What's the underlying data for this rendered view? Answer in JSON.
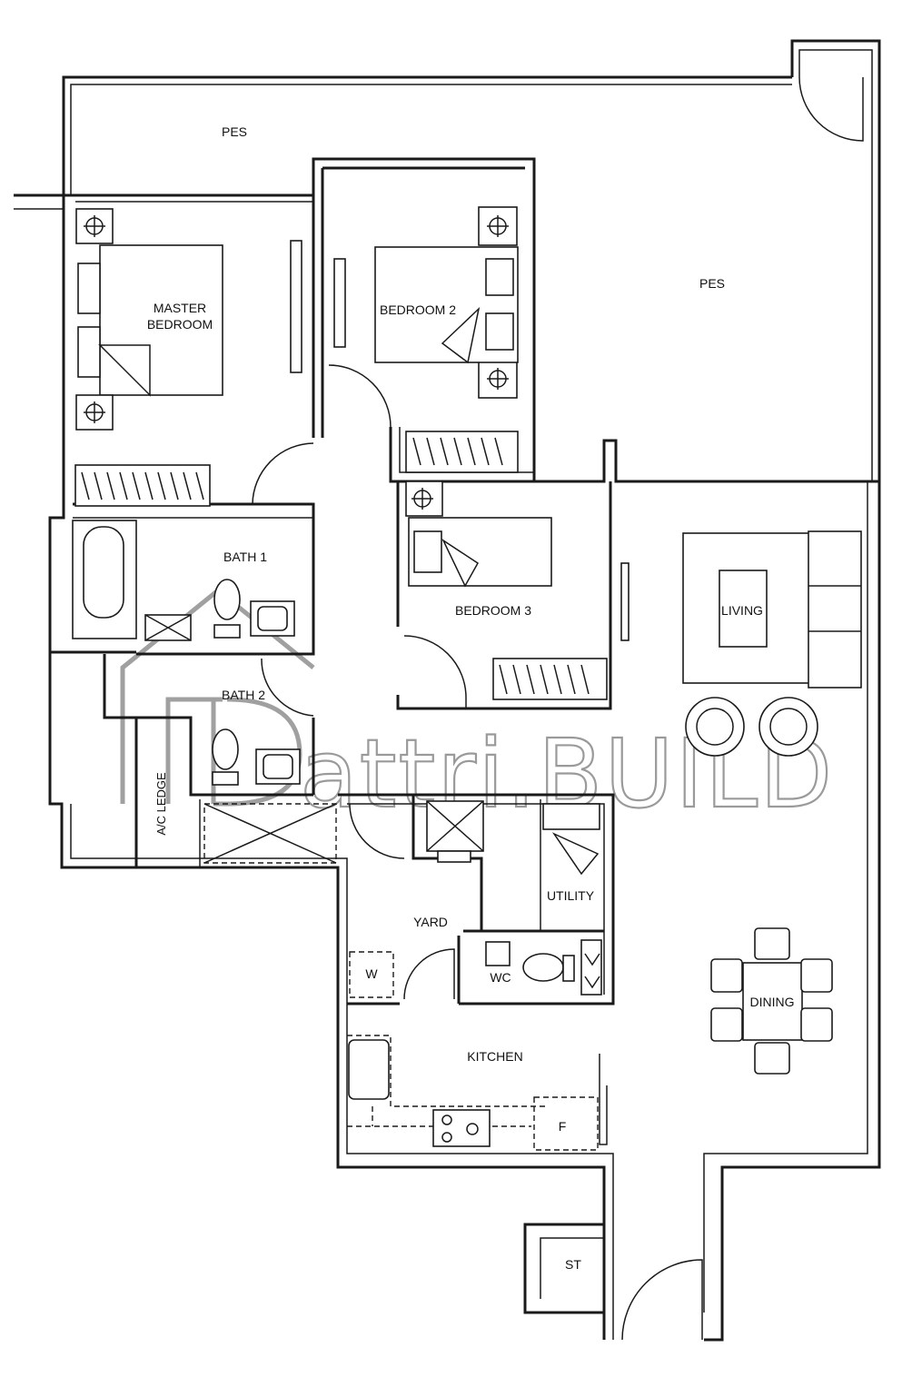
{
  "rooms": {
    "pes_top": "PES",
    "pes_right": "PES",
    "master_bedroom_line1": "MASTER",
    "master_bedroom_line2": "BEDROOM",
    "bedroom2": "BEDROOM 2",
    "bedroom3": "BEDROOM 3",
    "bath1": "BATH 1",
    "bath2": "BATH 2",
    "living": "LIVING",
    "dining": "DINING",
    "ac_ledge": "A/C LEDGE",
    "yard": "YARD",
    "utility": "UTILITY",
    "wc": "WC",
    "kitchen": "KITCHEN",
    "store": "ST"
  },
  "fixtures": {
    "washer": "W",
    "fridge": "F"
  },
  "watermark": {
    "text": "attri.BUILD"
  },
  "colors": {
    "line": "#1a1a1a",
    "watermark": "#9a9a9a",
    "background": "#ffffff"
  }
}
